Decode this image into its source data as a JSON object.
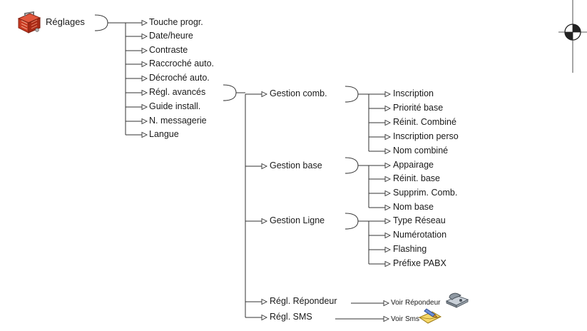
{
  "root": {
    "label": "Réglages"
  },
  "level1": [
    {
      "label": "Touche progr."
    },
    {
      "label": "Date/heure"
    },
    {
      "label": "Contraste"
    },
    {
      "label": "Raccroché auto."
    },
    {
      "label": "Décroché auto."
    },
    {
      "label": "Régl. avancés"
    },
    {
      "label": "Guide install."
    },
    {
      "label": "N. messagerie"
    },
    {
      "label": "Langue"
    }
  ],
  "advanced": {
    "groups": [
      {
        "label": "Gestion comb.",
        "items": [
          "Inscription",
          "Priorité base",
          "Réinit. Combiné",
          "Inscription perso",
          "Nom combiné"
        ]
      },
      {
        "label": "Gestion base",
        "items": [
          "Appairage",
          "Réinit. base",
          "Supprim. Comb.",
          "Nom base"
        ]
      },
      {
        "label": "Gestion Ligne",
        "items": [
          "Type Réseau",
          "Numérotation",
          "Flashing",
          "Préfixe PABX"
        ]
      }
    ],
    "repondeur": {
      "label": "Régl. Répondeur",
      "target": "Voir Répondeur"
    },
    "sms": {
      "label": "Régl. SMS",
      "target": "Voir Sms"
    }
  }
}
